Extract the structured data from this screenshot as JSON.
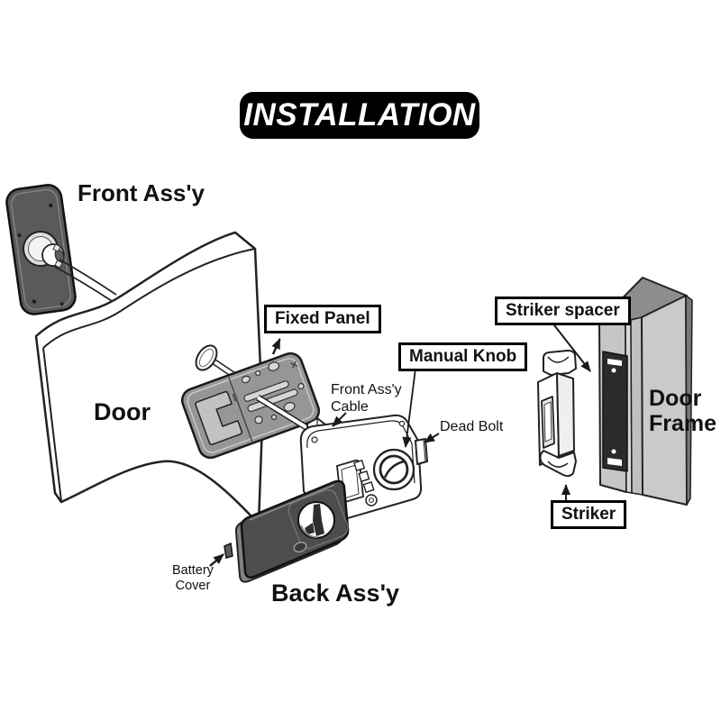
{
  "title": {
    "banner": "INSTALLATION"
  },
  "labels": {
    "front_assy": "Front Ass'y",
    "door": "Door",
    "fixed_panel": "Fixed Panel",
    "front_assy_cable": "Front Ass'y\nCable",
    "manual_knob": "Manual Knob",
    "dead_bolt": "Dead Bolt",
    "striker_spacer": "Striker spacer",
    "door_frame": "Door\nFrame",
    "striker": "Striker",
    "battery_cover": "Battery\nCover",
    "back_assy": "Back Ass'y"
  },
  "colors": {
    "background": "#ffffff",
    "line": "#1a1a1a",
    "banner_bg": "#000000",
    "banner_text": "#ffffff",
    "front_assy_fill": "#5a5a5a",
    "back_assy_fill": "#4d4d4d",
    "fixed_panel_fill": "#969696",
    "frame_face": "#c6c6c6",
    "frame_top": "#8d8d8d",
    "striker_spacer_plate": "#2b2b2b"
  }
}
